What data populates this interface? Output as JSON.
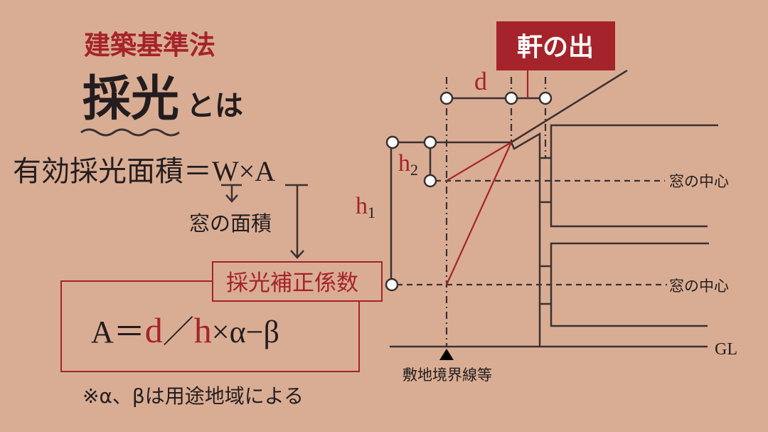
{
  "header": {
    "subtitle": "建築基準法",
    "title_main": "採光",
    "title_suffix": "とは"
  },
  "formula": {
    "main": "有効採光面積＝W×A",
    "w_label": "窓の面積",
    "coef_label": "採光補正係数",
    "a_prefix": "A＝",
    "a_d": "d",
    "a_slash": "／",
    "a_h": "h",
    "a_rest": "×α−β",
    "note": "※α、βは用途地域による"
  },
  "diagram": {
    "eave_label": "軒の出",
    "d": "d",
    "h1": "h",
    "h1_sub": "1",
    "h2": "h",
    "h2_sub": "2",
    "window_center_upper": "窓の中心",
    "window_center_lower": "窓の中心",
    "ground_line": "GL",
    "boundary_label": "敷地境界線等"
  },
  "colors": {
    "background": "#d9ad94",
    "accent": "#a5232a",
    "ink": "#231d1f"
  }
}
